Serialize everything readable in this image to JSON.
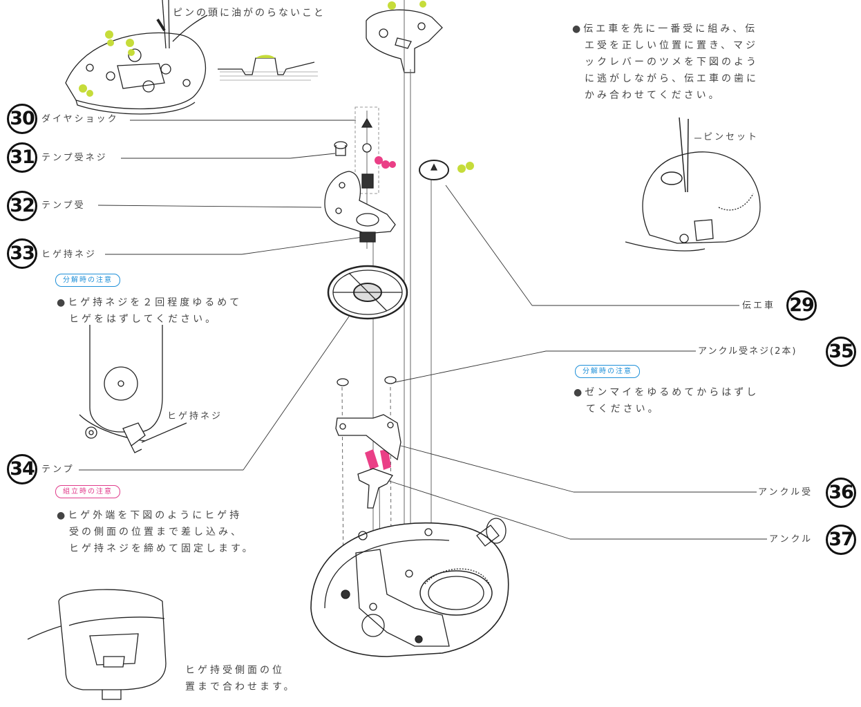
{
  "top_note_fragment": "ピンの頭に油がのらないこと",
  "parts": [
    {
      "id": "30",
      "name": "ダイヤショック"
    },
    {
      "id": "31",
      "name": "テンプ受ネジ"
    },
    {
      "id": "32",
      "name": "テンプ受"
    },
    {
      "id": "33",
      "name": "ヒゲ持ネジ"
    },
    {
      "id": "34",
      "name": "テンプ"
    },
    {
      "id": "29",
      "name": "伝エ車"
    },
    {
      "id": "35",
      "name": "アンクル受ネジ(2本)"
    },
    {
      "id": "36",
      "name": "アンクル受"
    },
    {
      "id": "37",
      "name": "アンクル"
    }
  ],
  "notes": {
    "top_right": "●伝エ車を先に一番受に組み、伝\n　エ受を正しい位置に置き、マジ\n　ックレバーのツメを下図のよう\n　に逃がしながら、伝エ車の歯に\n　かみ合わせてください。",
    "disassembly_1_badge": "分解時の注意",
    "disassembly_1": "●ヒゲ持ネジを２回程度ゆるめて\n　ヒゲをはずしてください。",
    "disassembly_2_badge": "分解時の注意",
    "disassembly_2": "●ゼンマイをゆるめてからはずし\n　てください。",
    "assembly_badge": "組立時の注意",
    "assembly": "●ヒゲ外端を下図のようにヒゲ持\n　受の側面の位置まで差し込み、\n　ヒゲ持ネジを締めて固定します。",
    "bottom_caption": "ヒゲ持受側面の位\n置まで合わせます。"
  },
  "callouts": {
    "tweezers": "ピンセット",
    "stud_screw": "ヒゲ持ネジ"
  },
  "colors": {
    "oil_green": "#c6dc3a",
    "grease_pink": "#ea3f86",
    "badge_blue": "#1d8fd8",
    "badge_pink": "#e03a8a"
  }
}
